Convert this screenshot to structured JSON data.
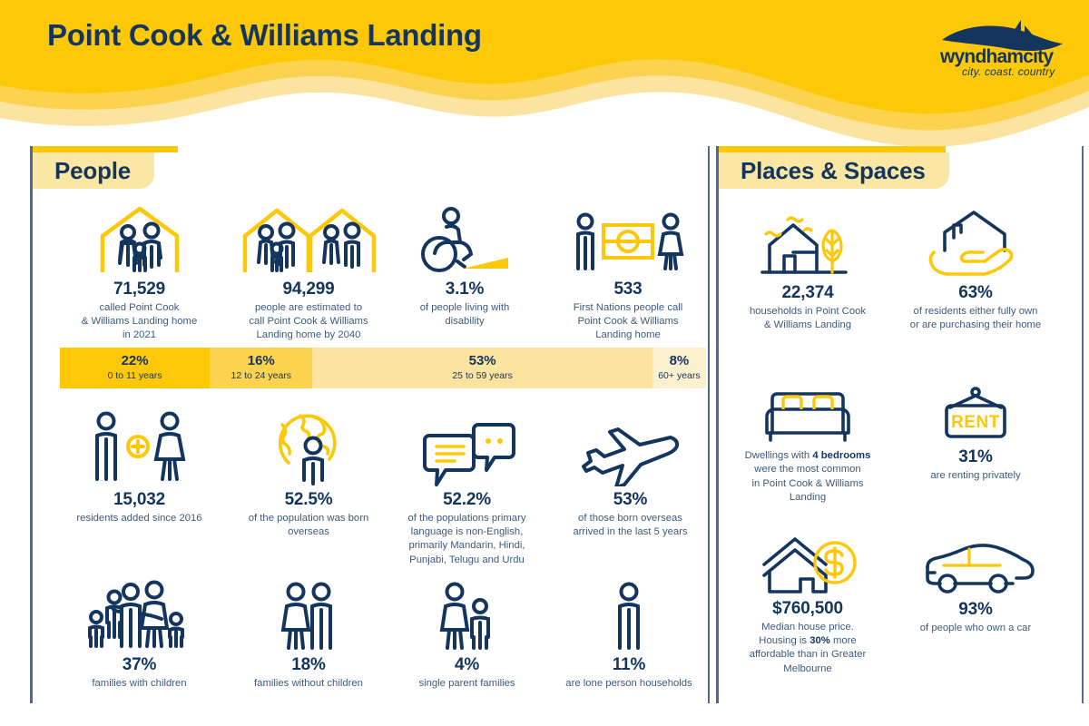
{
  "header": {
    "title": "Point Cook & Williams Landing",
    "logo_wordmark": "wyndhamcity",
    "logo_tagline": "city. coast. country"
  },
  "colors": {
    "yellow": "#fdc807",
    "yellow_mid": "#fcd34f",
    "yellow_pale": "#fbe3a0",
    "navy": "#13355e",
    "navy_soft": "#3d5a7d",
    "border": "#4a6b96"
  },
  "people": {
    "section_title": "People",
    "stats": [
      {
        "icon": "family-in-house-icon",
        "value": "71,529",
        "label": "called Point Cook\n& Williams Landing home\nin 2021"
      },
      {
        "icon": "two-families-in-houses-icon",
        "value": "94,299",
        "label": "people are estimated to\ncall Point Cook & Williams\nLanding home by 2040"
      },
      {
        "icon": "wheelchair-ramp-icon",
        "value": "3.1%",
        "label": "of people living with\ndisability"
      },
      {
        "icon": "aboriginal-flag-people-icon",
        "value": "533",
        "label": "First Nations people call\nPoint Cook & Williams\nLanding home"
      },
      {
        "icon": "two-people-plus-icon",
        "value": "15,032",
        "label": "residents added since 2016"
      },
      {
        "icon": "globe-person-icon",
        "value": "52.5%",
        "label": "of the population was born\noverseas"
      },
      {
        "icon": "speech-bubbles-icon",
        "value": "52.2%",
        "label": "of the populations primary\nlanguage is non-English,\nprimarily Mandarin, Hindi,\nPunjabi, Telugu and Urdu"
      },
      {
        "icon": "airplane-icon",
        "value": "53%",
        "label": "of those born overseas\narrived in the last 5 years"
      },
      {
        "icon": "family-with-children-icon",
        "value": "37%",
        "label": "families with children"
      },
      {
        "icon": "couple-icon",
        "value": "18%",
        "label": "families without children"
      },
      {
        "icon": "single-parent-icon",
        "value": "4%",
        "label": "single parent families"
      },
      {
        "icon": "lone-person-icon",
        "value": "11%",
        "label": "are lone person households"
      }
    ]
  },
  "places": {
    "section_title": "Places & Spaces",
    "stats": [
      {
        "icon": "house-with-tree-icon",
        "value": "22,374",
        "label": "households in Point Cook\n& Williams Landing"
      },
      {
        "icon": "house-in-hand-icon",
        "value": "63%",
        "label": "of residents either fully own\nor are purchasing their home"
      },
      {
        "icon": "bed-icon",
        "value": "",
        "label_html": "Dwellings with <b>4 bedrooms</b><br>were the most common<br>in Point Cook &amp; Williams<br>Landing"
      },
      {
        "icon": "rent-sign-icon",
        "value": "31%",
        "label": "are renting privately"
      },
      {
        "icon": "house-dollar-icon",
        "value": "$760,500",
        "label_html": "Median house price.<br>Housing is <b>30%</b> more<br>affordable than in Greater<br>Melbourne"
      },
      {
        "icon": "car-icon",
        "value": "93%",
        "label": "of people who own a car"
      }
    ]
  },
  "chart_data": {
    "type": "bar",
    "title": "Age distribution",
    "orientation": "horizontal-stacked",
    "categories": [
      "0 to 11 years",
      "12 to 24 years",
      "25 to 59 years",
      "60+ years"
    ],
    "values": [
      22,
      16,
      53,
      8
    ],
    "value_labels": [
      "22%",
      "16%",
      "53%",
      "8%"
    ],
    "segment_colors": [
      "#fdc807",
      "#fcd34f",
      "#fbe3a0",
      "#fcf0cf"
    ],
    "xlabel": "",
    "ylabel": "",
    "legend": "none",
    "grid": false
  }
}
